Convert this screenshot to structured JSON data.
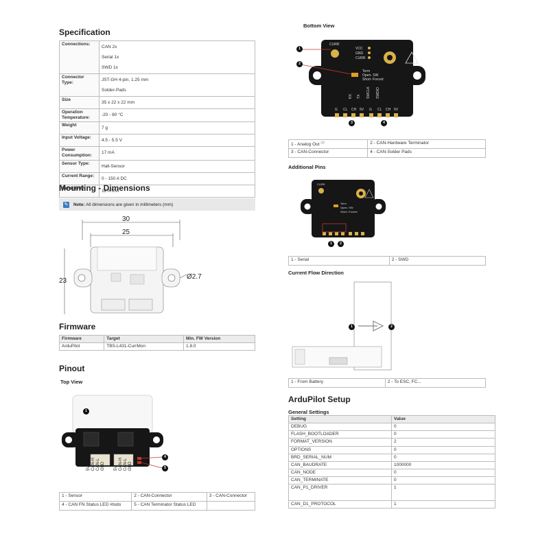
{
  "specification": {
    "title": "Specification",
    "rows": [
      {
        "key": "Connections:",
        "values": [
          "CAN 2x",
          "Serial 1x",
          "SWD 1x"
        ]
      },
      {
        "key": "Connector Type:",
        "values": [
          "JST-GH 4-pin, 1.25 mm",
          "Solder-Pads"
        ]
      },
      {
        "key": "Size",
        "values": [
          "35 x 22 x 22 mm"
        ]
      },
      {
        "key": "Operation Temperature:",
        "values": [
          "-20 - 80 °C"
        ]
      },
      {
        "key": "Weight",
        "values": [
          "7 g"
        ]
      },
      {
        "key": "Input Voltage:",
        "values": [
          "4.5 - 5.5 V"
        ]
      },
      {
        "key": "Power Consumption:",
        "values": [
          "17 mA"
        ]
      },
      {
        "key": "Sensor Type:",
        "values": [
          "Hall-Sensor"
        ]
      },
      {
        "key": "Current Range:",
        "values": [
          "0 - 150 A DC"
        ]
      },
      {
        "key": "Sensitivity:",
        "values": [
          "12 mV/A"
        ]
      }
    ]
  },
  "mounting": {
    "title": "Mounting - Dimensions",
    "note_label": "Note:",
    "note_text": "All dimensions are given in millimeters (mm)",
    "dim_width_outer": "30",
    "dim_width_inner": "25",
    "dim_height": "23",
    "dim_hole": "Ø2.7"
  },
  "firmware": {
    "title": "Firmware",
    "headers": [
      "Firmware",
      "Target",
      "Min. FW Version"
    ],
    "rows": [
      [
        "ArduPilot",
        "TBS-L431-CurrMon",
        "1.8.0"
      ]
    ]
  },
  "pinout": {
    "title": "Pinout",
    "top_view_title": "Top View",
    "pin_labels": [
      "5V",
      "CAN-H",
      "CAN-L",
      "GND"
    ],
    "legend": [
      [
        "1 - Sensor",
        "2 - CAN-Connector",
        "3 - CAN-Connector"
      ],
      [
        "4 - CAN FN Status LED #todo",
        "5 - CAN Terminator Status LED",
        ""
      ]
    ]
  },
  "bottom_view": {
    "title": "Bottom View",
    "labels": {
      "curr": "CURR",
      "vcc": "VCC",
      "gnd": "GND",
      "curr2": "CURR",
      "term": "Term",
      "open": "Open- SW",
      "short": "Short- Forced",
      "pins": [
        "RX",
        "TX",
        "SWCLK",
        "SWDIO"
      ],
      "bottom_pins": [
        "G",
        "CL",
        "CH",
        "5V",
        "G",
        "CL",
        "CH",
        "5V"
      ]
    },
    "legend": [
      [
        "1 - Analog Out",
        "2 - CAN-Hardware Terminator"
      ],
      [
        "3 - CAN-Connector",
        "4 - CAN-Solder Pads"
      ]
    ],
    "legend_sup": "(3)"
  },
  "additional_pins": {
    "title": "Additional Pins",
    "legend": [
      [
        "1 - Serial",
        "2 - SWD"
      ]
    ]
  },
  "current_flow": {
    "title": "Current Flow Direction",
    "legend": [
      [
        "1 - From Battery",
        "2 - To ESC, FC..."
      ]
    ]
  },
  "ardupilot": {
    "title": "ArduPilot Setup",
    "general_title": "General Settings",
    "headers": [
      "Setting",
      "Value"
    ],
    "rows": [
      [
        "DEBUG",
        "0"
      ],
      [
        "FLASH_BOOTLOADER",
        "0"
      ],
      [
        "FORMAT_VERSION",
        "2"
      ],
      [
        "OPTIONS",
        "0"
      ],
      [
        "BRD_SERIAL_NUM",
        "0"
      ],
      [
        "CAN_BAUDRATE",
        "1000000"
      ],
      [
        "CAN_NODE",
        "0"
      ],
      [
        "CAN_TERMINATE",
        "0"
      ],
      [
        "CAN_P1_DRIVER",
        "1"
      ],
      [
        "CAN_D1_PROTOCOL",
        "1"
      ]
    ]
  },
  "markers": [
    "1",
    "2",
    "3",
    "4",
    "5"
  ]
}
